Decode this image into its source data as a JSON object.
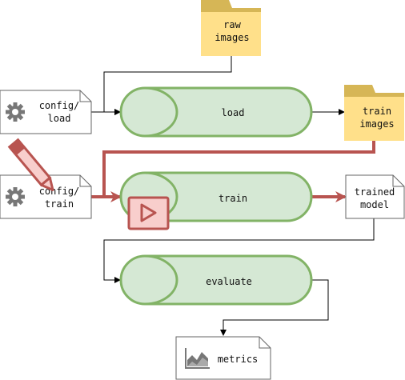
{
  "nodes": {
    "raw_images": {
      "line1": "raw",
      "line2": "images",
      "icon": "folder-icon"
    },
    "config_load": {
      "line1": "config/",
      "line2": "load",
      "icon": "gear-icon"
    },
    "load_stage": {
      "label": "load"
    },
    "train_images": {
      "line1": "train",
      "line2": "images",
      "icon": "folder-icon"
    },
    "config_train": {
      "line1": "config/",
      "line2": "train",
      "icons": [
        "gear-icon",
        "pencil-icon"
      ]
    },
    "train_stage": {
      "label": "train",
      "badge_icon": "play-icon"
    },
    "trained_model": {
      "line1": "trained",
      "line2": "model"
    },
    "evaluate_stage": {
      "label": "evaluate"
    },
    "metrics": {
      "label": "metrics",
      "icon": "area-chart-icon"
    }
  },
  "colors": {
    "folder_fill": "#FFE08A",
    "folder_tab": "#D6B656",
    "cylinder_fill": "#D5E8D4",
    "cylinder_stroke": "#82B366",
    "highlight_red": "#B85450",
    "highlight_fill": "#F8CECC",
    "doc_stroke": "#666666",
    "gear_color": "#777777"
  }
}
